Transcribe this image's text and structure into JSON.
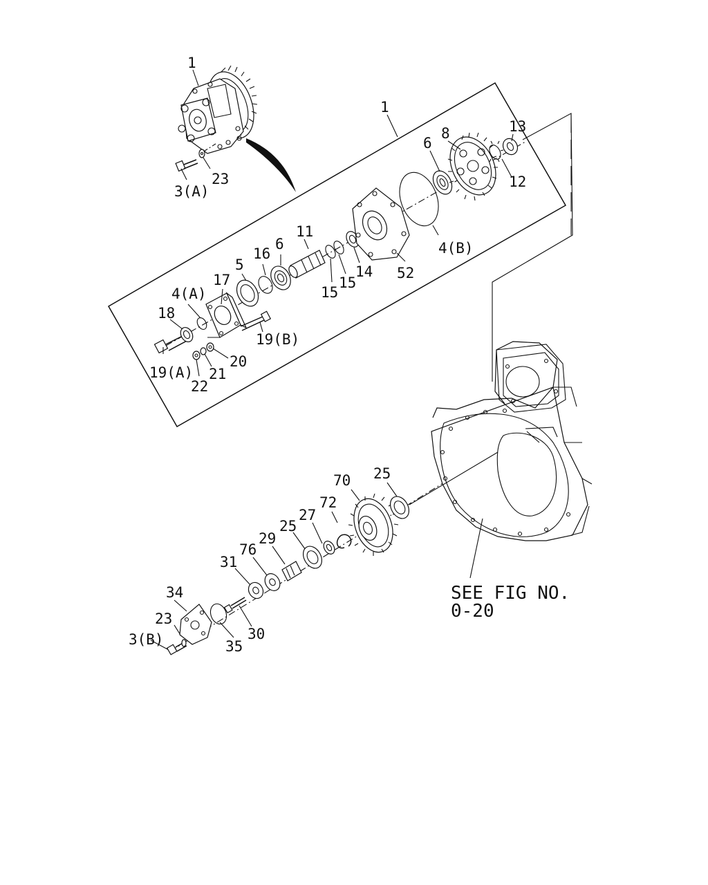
{
  "callouts": {
    "c1_top": "1",
    "c1_group": "1",
    "c3a": "3(A)",
    "c23_top": "23",
    "c6_top": "6",
    "c8": "8",
    "c13": "13",
    "c12": "12",
    "c4b": "4(B)",
    "c52": "52",
    "c11": "11",
    "c6_mid": "6",
    "c16": "16",
    "c5": "5",
    "c14": "14",
    "c15a": "15",
    "c15b": "15",
    "c17": "17",
    "c4a": "4(A)",
    "c18": "18",
    "c19b": "19(B)",
    "c19a": "19(A)",
    "c20": "20",
    "c21": "21",
    "c22": "22",
    "c70": "70",
    "c25_top": "25",
    "c72": "72",
    "c27": "27",
    "c25_mid": "25",
    "c29": "29",
    "c76": "76",
    "c31": "31",
    "c34": "34",
    "c23_bot": "23",
    "c3b": "3(B)",
    "c35": "35",
    "c30": "30"
  },
  "reference_note": {
    "line1": "SEE FIG NO.",
    "line2": "0-20"
  }
}
